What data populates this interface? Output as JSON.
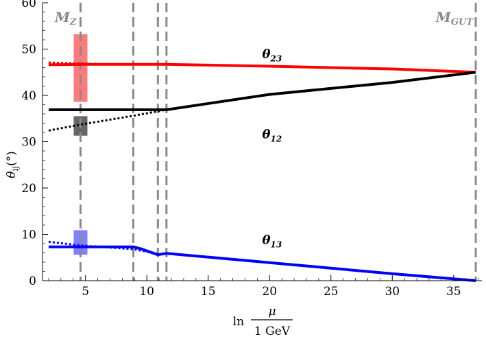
{
  "chart_data": {
    "type": "line",
    "title": "",
    "xlabel": {
      "prefix": "ln",
      "numerator": "μ",
      "denominator": "1 GeV"
    },
    "ylabel": {
      "symbol": "θ",
      "subscript": "ij",
      "unit": "(°)"
    },
    "xlim": [
      1.5,
      37.3
    ],
    "ylim": [
      0,
      60
    ],
    "xticks": [
      5,
      10,
      15,
      20,
      25,
      30,
      35
    ],
    "yticks": [
      0,
      10,
      20,
      30,
      40,
      50,
      60
    ],
    "grid": false,
    "vlines": [
      4.6,
      8.9,
      10.9,
      11.6,
      36.8
    ],
    "scale_labels": [
      {
        "main": "M",
        "sub": "Z",
        "x": 4.6
      },
      {
        "main": "M",
        "sub": "GUT",
        "x": 36.8
      }
    ],
    "series": [
      {
        "name": "θ23",
        "label_main": "θ",
        "label_sub": "23",
        "label_at": [
          20.2,
          49.0
        ],
        "color": "#ff0000",
        "style": "solid",
        "x": [
          2,
          5,
          8.9,
          11.6,
          20,
          30,
          36.8
        ],
        "y": [
          46.6,
          46.7,
          46.7,
          46.7,
          46.3,
          45.7,
          45.0
        ]
      },
      {
        "name": "θ23 (dotted)",
        "color": "#ff0000",
        "style": "dotted",
        "x": [
          2,
          4.6,
          6
        ],
        "y": [
          47.1,
          46.9,
          46.8
        ]
      },
      {
        "name": "θ12",
        "label_main": "θ",
        "label_sub": "12",
        "label_at": [
          20.2,
          31.6
        ],
        "color": "#000000",
        "style": "solid",
        "x": [
          2,
          8.9,
          11.6,
          20,
          30,
          36.8
        ],
        "y": [
          36.9,
          36.9,
          36.9,
          40.2,
          42.8,
          45.0
        ]
      },
      {
        "name": "θ12 (dotted)",
        "color": "#000000",
        "style": "dotted",
        "x": [
          2,
          4.6,
          8.9,
          11.6
        ],
        "y": [
          32.4,
          33.7,
          35.6,
          36.9
        ]
      },
      {
        "name": "θ13",
        "label_main": "θ",
        "label_sub": "13",
        "label_at": [
          20.2,
          8.8
        ],
        "color": "#0000ff",
        "style": "solid",
        "x": [
          2,
          5,
          8.9,
          9.5,
          10.9,
          11.6,
          20,
          30,
          36.8
        ],
        "y": [
          7.3,
          7.3,
          7.3,
          6.9,
          5.6,
          5.9,
          3.9,
          1.5,
          0.0
        ]
      },
      {
        "name": "θ13 (dotted)",
        "color": "#0000ff",
        "style": "dotted",
        "x": [
          2,
          4.6,
          8.9,
          10.9
        ],
        "y": [
          8.4,
          7.6,
          6.8,
          5.8
        ]
      }
    ],
    "error_bars": [
      {
        "x": 4.6,
        "y_low": 38.6,
        "y_high": 53.2,
        "color": "#ff7b7b"
      },
      {
        "x": 4.6,
        "y_low": 31.3,
        "y_high": 35.5,
        "color": "#666666"
      },
      {
        "x": 4.6,
        "y_low": 5.6,
        "y_high": 10.9,
        "color": "#8080ff"
      }
    ]
  }
}
